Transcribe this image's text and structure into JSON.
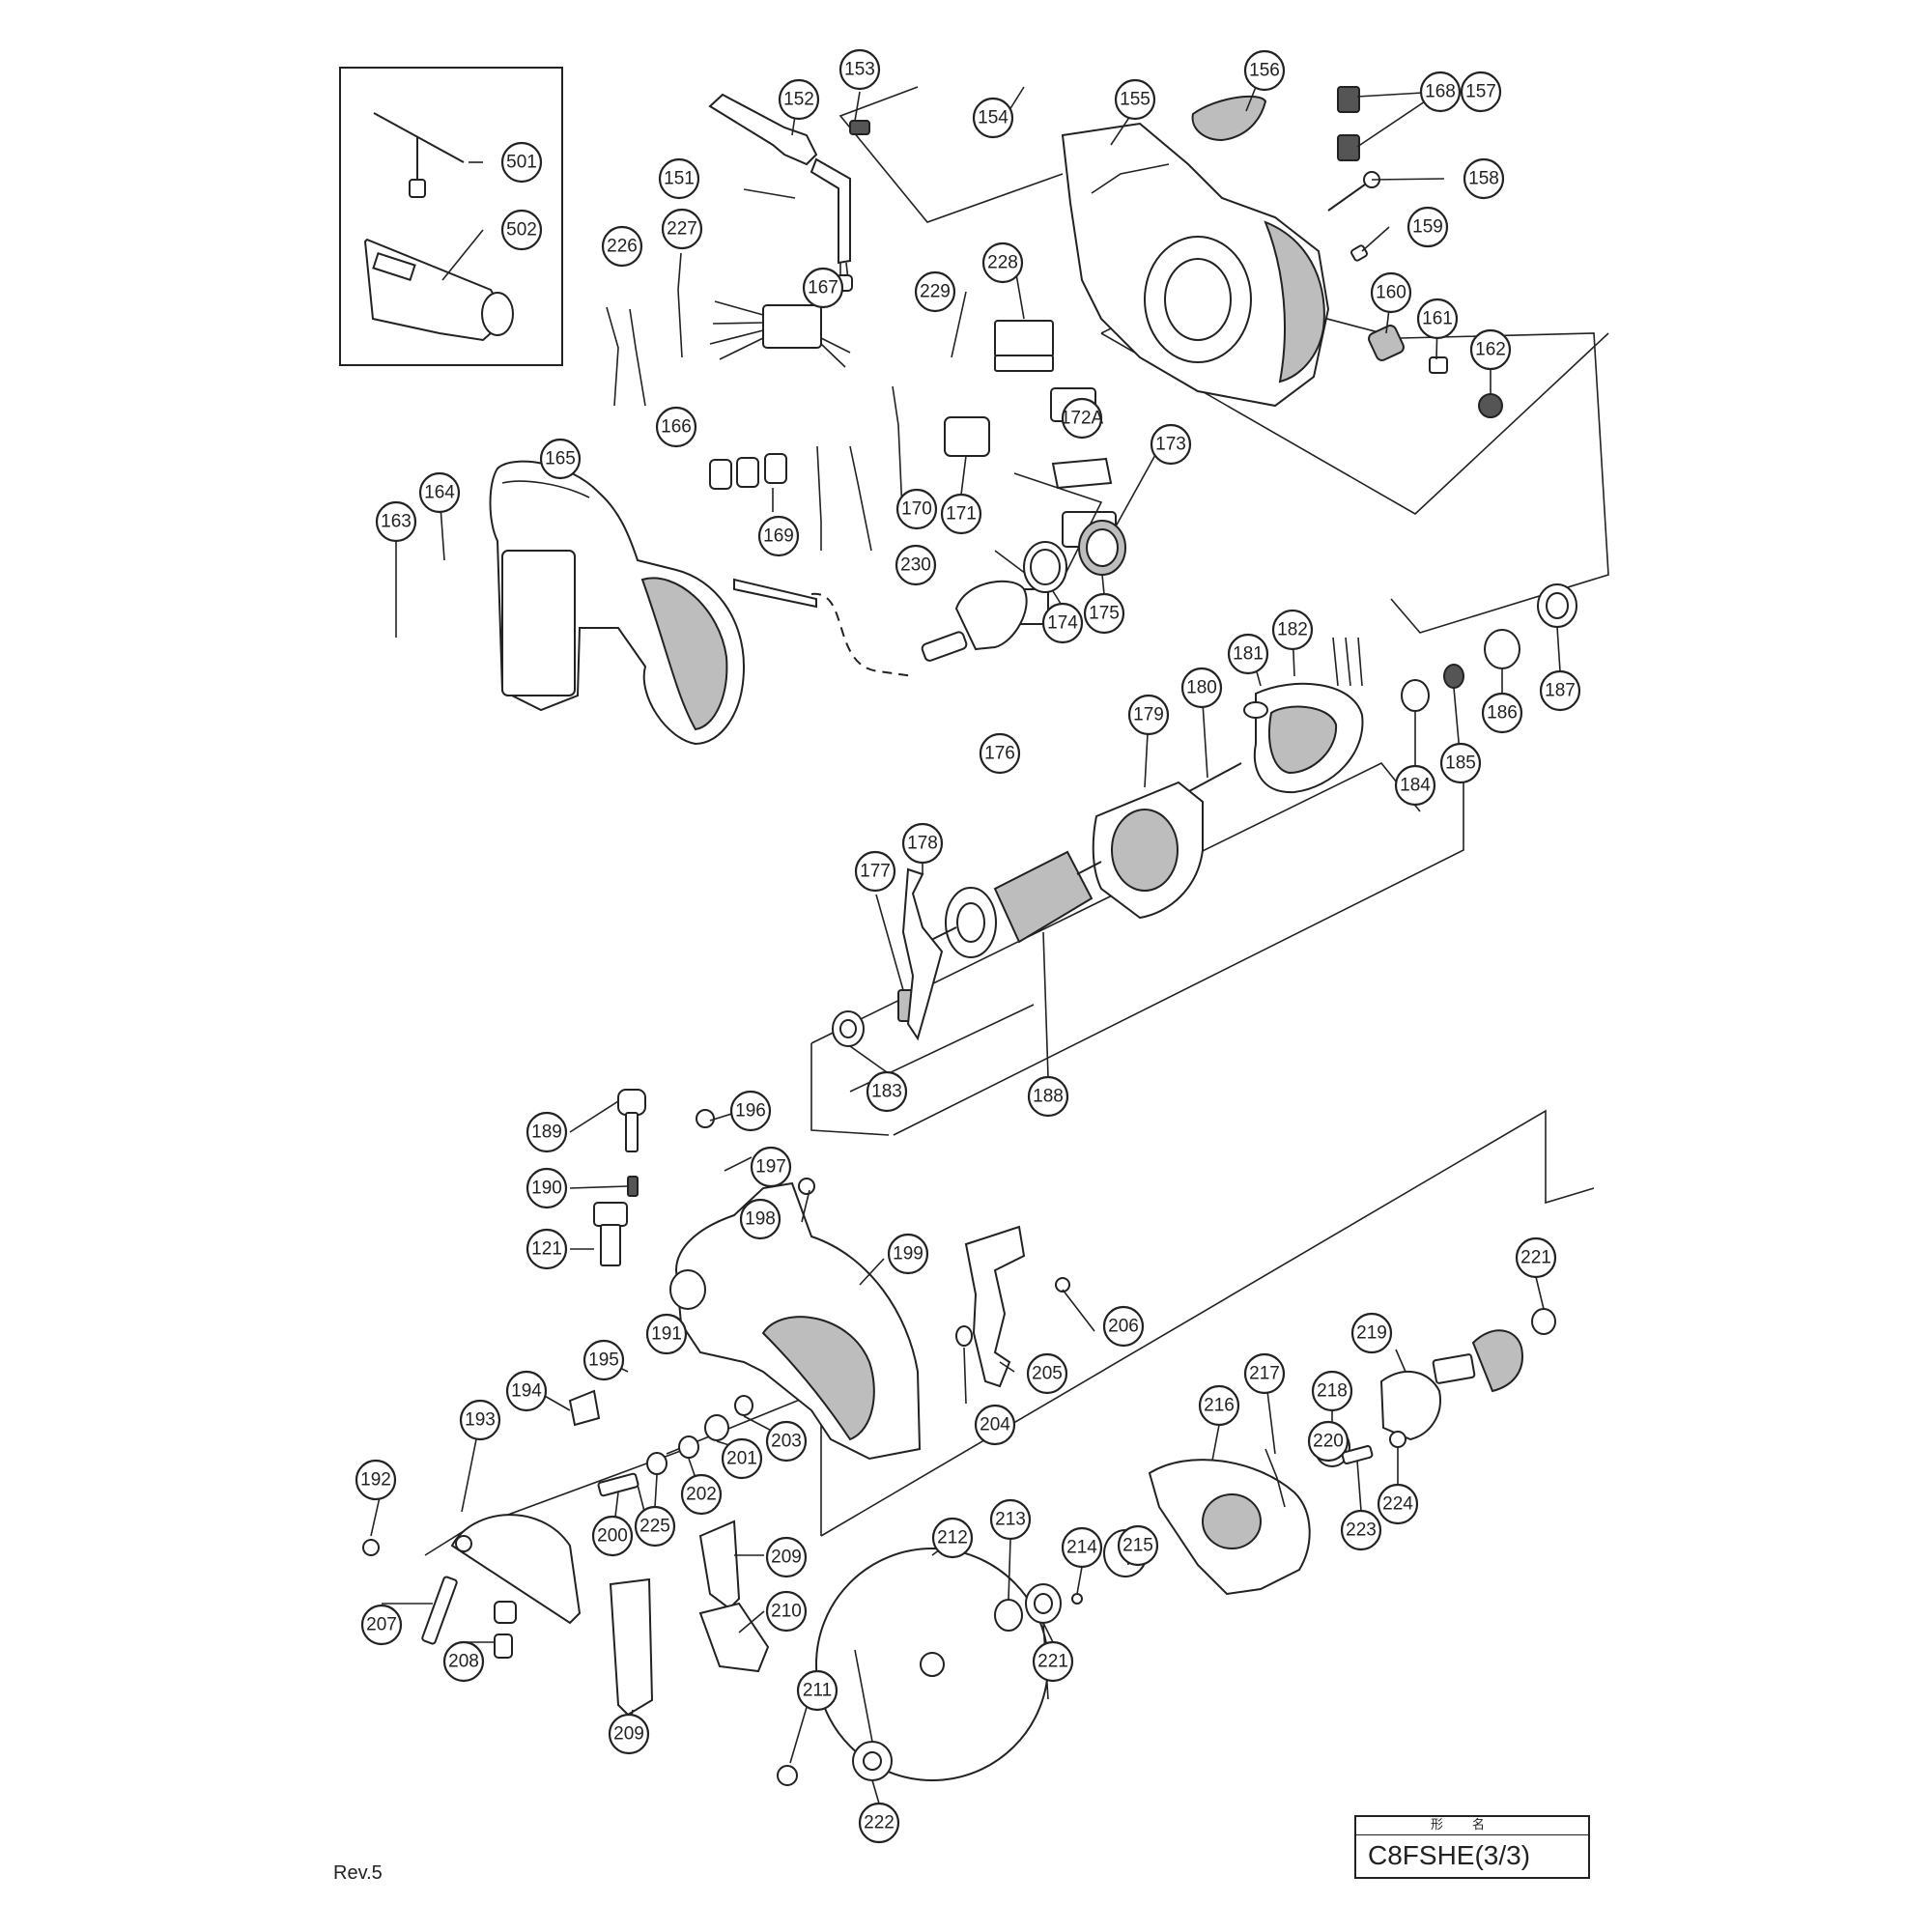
{
  "diagram": {
    "callouts": [
      "501",
      "502",
      "151",
      "152",
      "153",
      "154",
      "155",
      "156",
      "157",
      "158",
      "159",
      "160",
      "161",
      "162",
      "163",
      "164",
      "165",
      "166",
      "167",
      "168",
      "169",
      "170",
      "171",
      "172A",
      "173",
      "174",
      "175",
      "176",
      "177",
      "178",
      "179",
      "180",
      "181",
      "182",
      "183",
      "184",
      "185",
      "186",
      "187",
      "188",
      "189",
      "190",
      "121",
      "191",
      "192",
      "193",
      "194",
      "195",
      "196",
      "197",
      "198",
      "199",
      "200",
      "201",
      "202",
      "203",
      "204",
      "205",
      "206",
      "207",
      "208",
      "209",
      "209",
      "210",
      "211",
      "212",
      "213",
      "214",
      "215",
      "216",
      "217",
      "218",
      "219",
      "220",
      "221",
      "221",
      "222",
      "223",
      "224",
      "225",
      "226",
      "227",
      "228",
      "229",
      "230"
    ]
  },
  "model_box": {
    "header": "形名",
    "model": "C8FSHE(3/3)"
  },
  "footer": {
    "revision": "Rev.5"
  }
}
